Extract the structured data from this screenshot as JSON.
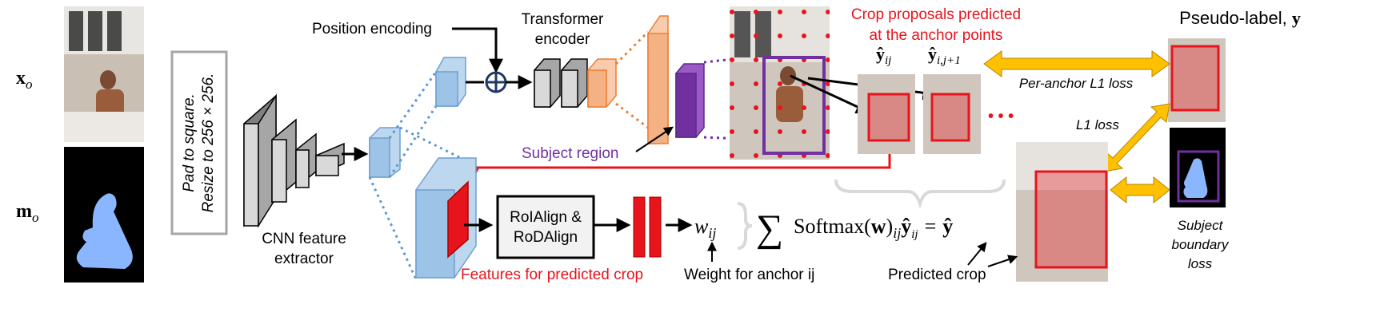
{
  "inputs": {
    "image_label": "x",
    "image_sub": "o",
    "mask_label": "m",
    "mask_sub": "o"
  },
  "preprocess": {
    "line1": "Pad to square.",
    "line2": "Resize to 256 × 256."
  },
  "cnn": {
    "line1": "CNN feature",
    "line2": "extractor"
  },
  "position_encoding": "Position encoding",
  "transformer": {
    "line1": "Transformer",
    "line2": "encoder"
  },
  "subject_region": "Subject region",
  "crop_proposals": {
    "line1": "Crop proposals predicted",
    "line2": "at the anchor points"
  },
  "pred_labels": {
    "y_ij": "ŷ",
    "y_ij_sub": "ij",
    "y_ij1": "ŷ",
    "y_ij1_sub": "i,j+1",
    "ellipsis": "• • •"
  },
  "pseudo_label": {
    "text": "Pseudo-label, ",
    "symbol": "y"
  },
  "losses": {
    "per_anchor": "Per-anchor L1 loss",
    "l1": "L1 loss",
    "subject_boundary_1": "Subject",
    "subject_boundary_2": "boundary",
    "subject_boundary_3": "loss"
  },
  "roi": {
    "line1": "RoIAlign &",
    "line2": "RoDAlign"
  },
  "features_label": "Features for predicted crop",
  "weight": {
    "symbol": "w",
    "sub": "ij",
    "label": "Weight for anchor ij"
  },
  "formula": {
    "sum": "∑",
    "body": "Softmax(",
    "bold_w": "w",
    "close": ")",
    "sub": "ij",
    "yhat": "ŷ",
    "eq": "=",
    "result": "ŷ"
  },
  "predicted_crop": "Predicted crop",
  "colors": {
    "red": "#e8141c",
    "purple": "#7030a0",
    "orange": "#f4b183",
    "blue": "#9dc3e6",
    "gold": "#ffc000",
    "gray": "#d9d9d9"
  }
}
